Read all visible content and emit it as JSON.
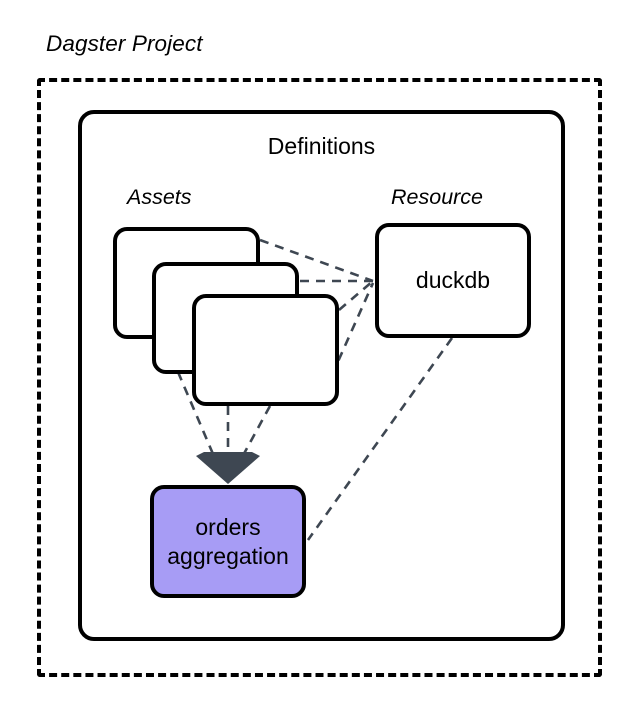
{
  "diagram": {
    "title": "Dagster Project",
    "container": {
      "label": "Definitions",
      "border_style": "dashed",
      "outer_color": "#000000"
    },
    "groups": [
      {
        "id": "assets",
        "label": "Assets"
      },
      {
        "id": "resource",
        "label": "Resource"
      }
    ],
    "nodes": [
      {
        "id": "asset-1",
        "label": "",
        "fill": "#ffffff",
        "stroke": "#000000"
      },
      {
        "id": "asset-2",
        "label": "",
        "fill": "#ffffff",
        "stroke": "#000000"
      },
      {
        "id": "asset-3",
        "label": "",
        "fill": "#ffffff",
        "stroke": "#000000"
      },
      {
        "id": "duckdb",
        "label": "duckdb",
        "fill": "#ffffff",
        "stroke": "#000000"
      },
      {
        "id": "orders-aggregation",
        "label_line_1": "orders",
        "label_line_2": "aggregation",
        "fill": "#a79cf5",
        "stroke": "#000000"
      }
    ],
    "edges": [
      {
        "from": "asset-1",
        "to": "duckdb",
        "style": "dashed"
      },
      {
        "from": "asset-2",
        "to": "duckdb",
        "style": "dashed"
      },
      {
        "from": "asset-3",
        "to": "duckdb",
        "style": "dashed"
      },
      {
        "from": "asset-1",
        "to": "orders-aggregation",
        "style": "dashed",
        "arrowhead": true
      },
      {
        "from": "asset-2",
        "to": "orders-aggregation",
        "style": "dashed",
        "arrowhead": true
      },
      {
        "from": "asset-3",
        "to": "orders-aggregation",
        "style": "dashed",
        "arrowhead": true
      },
      {
        "from": "duckdb",
        "to": "orders-aggregation",
        "style": "dashed"
      }
    ],
    "colors": {
      "edge": "#3e4752",
      "arrowhead": "#3e4752",
      "highlight_fill": "#a79cf5",
      "stroke": "#000000",
      "background": "#ffffff"
    }
  }
}
